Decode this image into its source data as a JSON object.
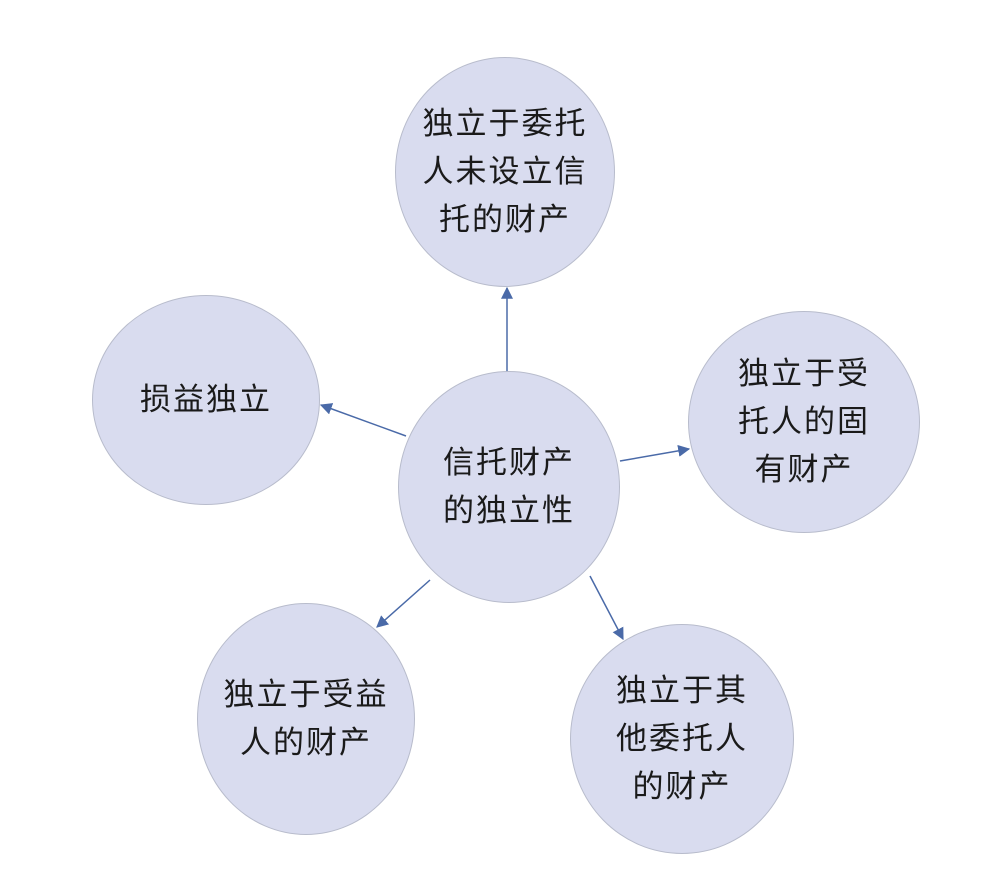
{
  "colors": {
    "node_fill": "#d9dcef",
    "node_border": "#b8bccc",
    "arrow": "#4a6aa8",
    "text": "#1a1a1a"
  },
  "diagram": {
    "center": {
      "label": "信托财产\n的独立性"
    },
    "nodes": [
      {
        "key": "top",
        "label": "独立于委托\n人未设立信\n托的财产"
      },
      {
        "key": "left",
        "label": "损益独立"
      },
      {
        "key": "right",
        "label": "独立于受\n托人的固\n有财产"
      },
      {
        "key": "bottom_left",
        "label": "独立于受益\n人的财产"
      },
      {
        "key": "bottom_right",
        "label": "独立于其\n他委托人\n的财产"
      }
    ]
  }
}
